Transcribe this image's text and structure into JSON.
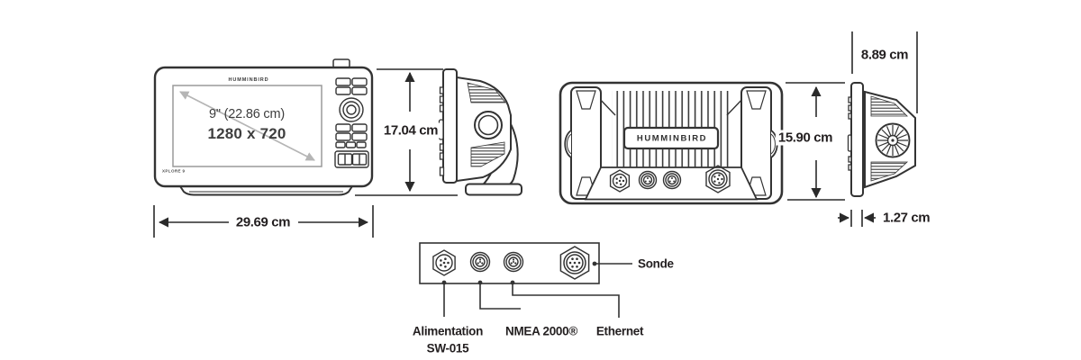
{
  "title": "Humminbird XPLORE 9 dimensions diagram",
  "front_view": {
    "brand": "HUMMINBIRD",
    "model_label": "XPLORE 9",
    "screen_diagonal": "9\" (22.86 cm)",
    "screen_resolution": "1280 x 720"
  },
  "back_view": {
    "brand": "HUMMINBIRD"
  },
  "dimensions": {
    "front_width": "29.69 cm",
    "front_height": "17.04 cm",
    "back_height": "15.90 cm",
    "depth": "8.89 cm",
    "panel_depth": "1.27 cm"
  },
  "connector_labels": {
    "power": "Alimentation",
    "power_model": "SW-015",
    "nmea": "NMEA 2000®",
    "ethernet": "Ethernet",
    "transducer": "Sonde"
  },
  "colors": {
    "line": "#333333",
    "dimension_line": "#2a2a2a",
    "light_gray_arrow": "#b5b5b5",
    "text": "#231f20"
  }
}
